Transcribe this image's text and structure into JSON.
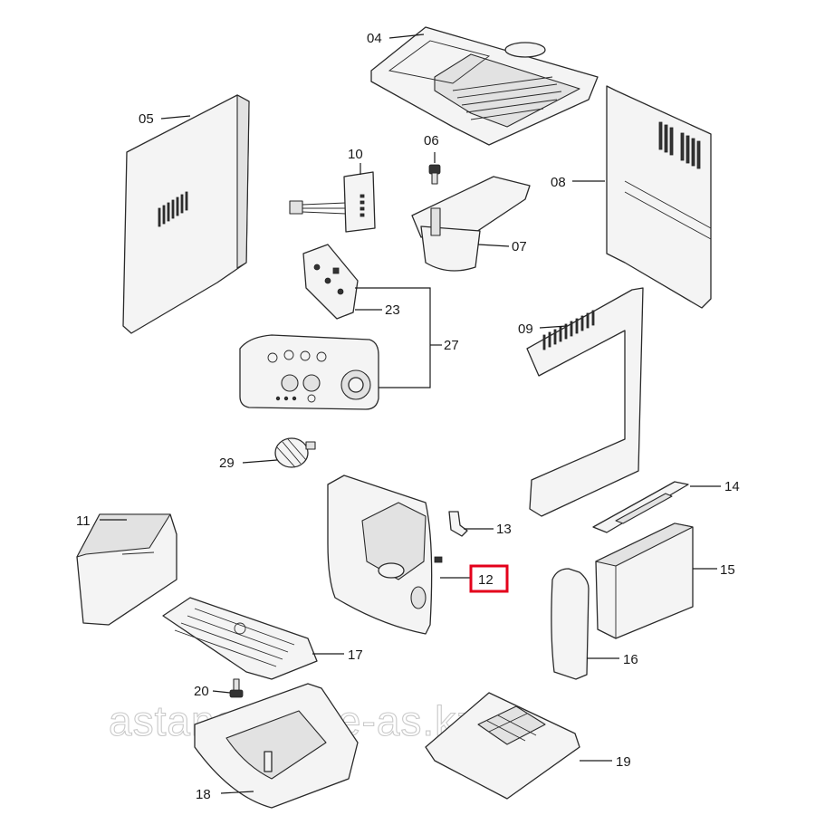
{
  "diagram": {
    "labels": {
      "p04": "04",
      "p05": "05",
      "p06": "06",
      "p07": "07",
      "p08": "08",
      "p09": "09",
      "p10": "10",
      "p11": "11",
      "p12": "12",
      "p13": "13",
      "p14": "14",
      "p15": "15",
      "p16": "16",
      "p17": "17",
      "p18": "18",
      "p19": "19",
      "p20": "20",
      "p23": "23",
      "p27": "27",
      "p29": "29"
    },
    "highlighted_label": "12",
    "highlight_color": "#e3001b",
    "watermark": "astana-home-as.kz"
  }
}
